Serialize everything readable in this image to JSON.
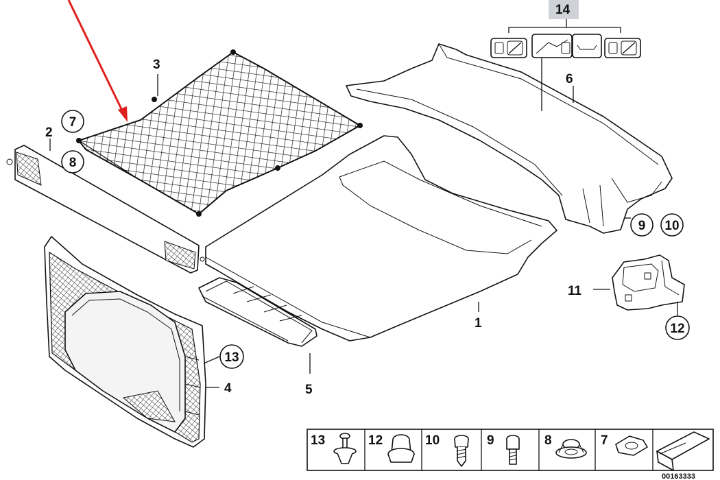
{
  "diagram": {
    "labels": {
      "p1": "1",
      "p2": "2",
      "p3": "3",
      "p4": "4",
      "p5": "5",
      "p6": "6",
      "p7": "7",
      "p8": "8",
      "p9": "9",
      "p10": "10",
      "p11": "11",
      "p12": "12",
      "p13": "13",
      "p14": "14"
    },
    "legend": {
      "cells": [
        "13",
        "12",
        "10",
        "9",
        "8",
        "7"
      ]
    },
    "drawing_number": "00163333",
    "colors": {
      "arrow": "#e0201e",
      "highlight_14": "#cfd3d8",
      "line": "#111111"
    }
  }
}
